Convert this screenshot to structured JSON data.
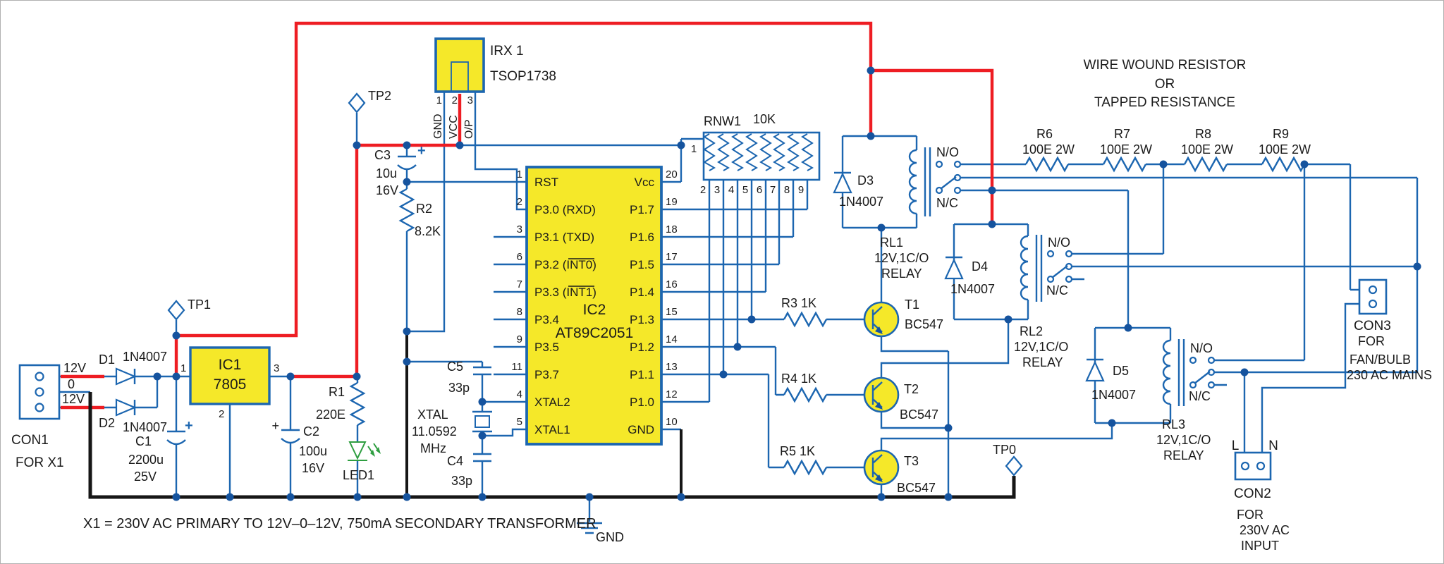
{
  "note": "X1 = 230V AC PRIMARY TO 12V–0–12V, 750mA SECONDARY TRANSFORMER",
  "gnd_label": "GND",
  "plus": "+",
  "colors": {
    "wire_blue": "#1c66b0",
    "rail_red": "#ee1d23",
    "component_yellow": "#f5e829",
    "led_green": "#2f9e41",
    "wire_black": "#161616"
  },
  "heading": {
    "line1": "WIRE WOUND RESISTOR",
    "line2": "OR",
    "line3": "TAPPED RESISTANCE"
  },
  "testpoints": {
    "tp0": "TP0",
    "tp1": "TP1",
    "tp2": "TP2"
  },
  "con1": {
    "name": "CON1",
    "purpose": "FOR  X1",
    "pin_top": "12V",
    "pin_mid": "0",
    "pin_bot": "12V"
  },
  "con2": {
    "name": "CON2",
    "line1": "FOR",
    "line2": "230V AC",
    "line3": "INPUT",
    "pin_l": "L",
    "pin_n": "N"
  },
  "con3": {
    "name": "CON3",
    "line1": "FOR",
    "line2": "FAN/BULB",
    "line3": "230 AC MAINS"
  },
  "irx1": {
    "name": "IRX 1",
    "part": "TSOP1738",
    "pin1": "1",
    "pin2": "2",
    "pin3": "3",
    "pin1_name": "GND",
    "pin2_name": "VCC",
    "pin3_name": "O/P"
  },
  "ic1": {
    "name": "IC1",
    "part": "7805",
    "pin1": "1",
    "pin2": "2",
    "pin3": "3"
  },
  "ic2": {
    "name": "IC2",
    "part": "AT89C2051",
    "left_pins": [
      {
        "num": "1",
        "label": "RST"
      },
      {
        "num": "2",
        "label": "P3.0 (RXD)"
      },
      {
        "num": "3",
        "label": "P3.1 (TXD)"
      },
      {
        "num": "6",
        "label": "P3.2 (INT0)"
      },
      {
        "num": "7",
        "label": "P3.3 (INT1)"
      },
      {
        "num": "8",
        "label": "P3.4"
      },
      {
        "num": "9",
        "label": "P3.5"
      },
      {
        "num": "11",
        "label": "P3.7"
      },
      {
        "num": "4",
        "label": "XTAL2"
      },
      {
        "num": "5",
        "label": "XTAL1"
      }
    ],
    "right_pins": [
      {
        "num": "20",
        "label": "Vcc"
      },
      {
        "num": "19",
        "label": "P1.7"
      },
      {
        "num": "18",
        "label": "P1.6"
      },
      {
        "num": "17",
        "label": "P1.5"
      },
      {
        "num": "16",
        "label": "P1.4"
      },
      {
        "num": "15",
        "label": "P1.3"
      },
      {
        "num": "14",
        "label": "P1.2"
      },
      {
        "num": "13",
        "label": "P1.1"
      },
      {
        "num": "12",
        "label": "P1.0"
      },
      {
        "num": "10",
        "label": "GND"
      }
    ]
  },
  "rnw1": {
    "name": "RNW1",
    "value": "10K",
    "pin1": "1",
    "pins": [
      "2",
      "3",
      "4",
      "5",
      "6",
      "7",
      "8",
      "9"
    ]
  },
  "xtal": {
    "name": "XTAL",
    "freq": "11.0592",
    "unit": "MHz"
  },
  "led1": "LED1",
  "resistors": {
    "r1": {
      "name": "R1",
      "value": "220E"
    },
    "r2": {
      "name": "R2",
      "value": "8.2K"
    },
    "r3": {
      "label": "R3  1K"
    },
    "r4": {
      "label": "R4  1K"
    },
    "r5": {
      "label": "R5  1K"
    },
    "r6": {
      "name": "R6",
      "value": "100E 2W"
    },
    "r7": {
      "name": "R7",
      "value": "100E 2W"
    },
    "r8": {
      "name": "R8",
      "value": "100E 2W"
    },
    "r9": {
      "name": "R9",
      "value": "100E 2W"
    }
  },
  "capacitors": {
    "c1": {
      "name": "C1",
      "value": "2200u",
      "voltage": "25V"
    },
    "c2": {
      "name": "C2",
      "value": "100u",
      "voltage": "16V"
    },
    "c3": {
      "name": "C3",
      "value": "10u",
      "voltage": "16V"
    },
    "c4": {
      "name": "C4",
      "value": "33p"
    },
    "c5": {
      "name": "C5",
      "value": "33p"
    }
  },
  "diodes": {
    "d1": {
      "name": "D1",
      "part": "1N4007"
    },
    "d2": {
      "name": "D2",
      "part": "1N4007"
    },
    "d3": {
      "name": "D3",
      "part": "1N4007"
    },
    "d4": {
      "name": "D4",
      "part": "1N4007"
    },
    "d5": {
      "name": "D5",
      "part": "1N4007"
    }
  },
  "transistors": {
    "t1": {
      "name": "T1",
      "part": "BC547"
    },
    "t2": {
      "name": "T2",
      "part": "BC547"
    },
    "t3": {
      "name": "T3",
      "part": "BC547"
    }
  },
  "relays": {
    "no": "N/O",
    "nc": "N/C",
    "rl1": {
      "name": "RL1",
      "spec": "12V,1C/O",
      "type": "RELAY"
    },
    "rl2": {
      "name": "RL2",
      "spec": "12V,1C/O",
      "type": "RELAY"
    },
    "rl3": {
      "name": "RL3",
      "spec": "12V,1C/O",
      "type": "RELAY"
    }
  }
}
